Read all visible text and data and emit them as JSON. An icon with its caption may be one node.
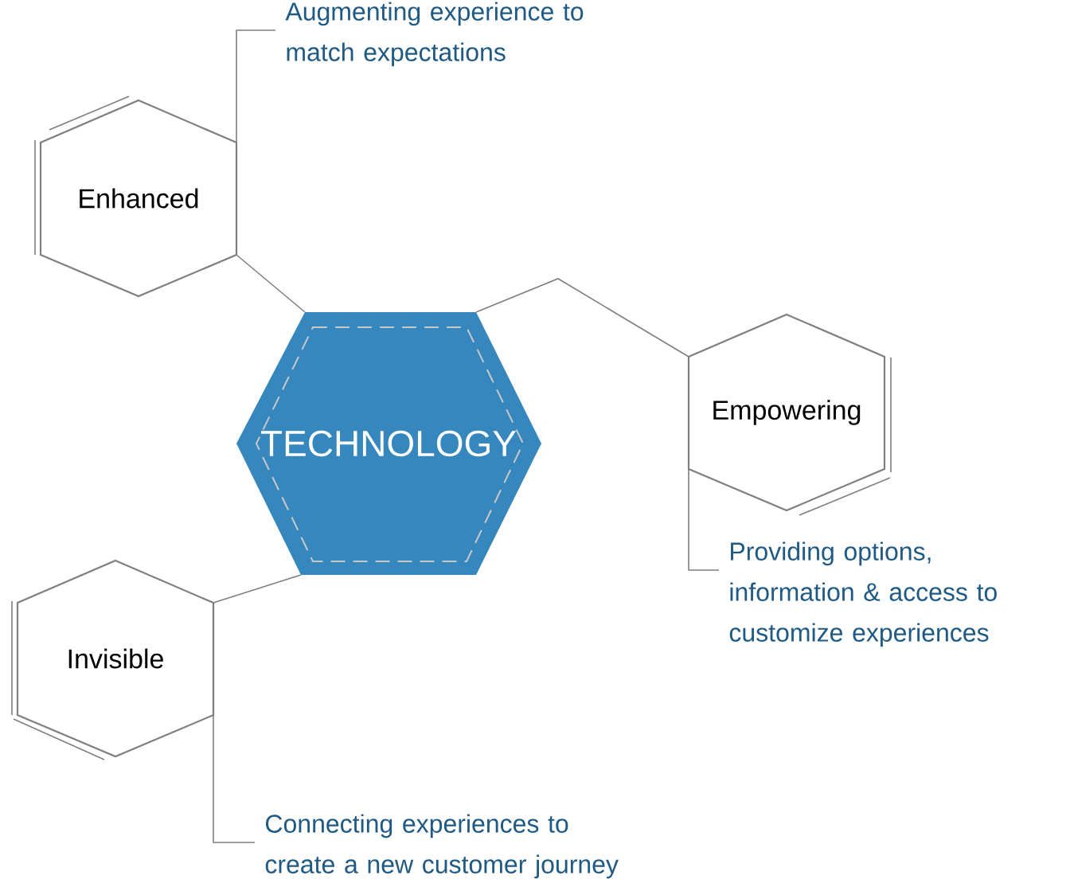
{
  "diagram": {
    "nodes": [
      {
        "text": [
          "TECHNOLOGY"
        ]
      },
      {
        "text": [
          "Enhanced"
        ]
      },
      {
        "text": [
          "Empowering"
        ]
      },
      {
        "text": [
          "Invisible"
        ]
      },
      {
        "text": [
          "Augmenting experience to match expectations"
        ]
      },
      {
        "text": [
          "Providing options, information & access to customize experiences"
        ]
      },
      {
        "text": [
          "Connecting experiences to create a new customer journey"
        ]
      }
    ],
    "edges": [
      {
        "from": 0,
        "to": 1,
        "arrow": "none"
      },
      {
        "from": 0,
        "to": 2,
        "arrow": "none"
      },
      {
        "from": 0,
        "to": 3,
        "arrow": "none"
      },
      {
        "from": 4,
        "to": 1,
        "arrow": "none"
      },
      {
        "from": 5,
        "to": 2,
        "arrow": "none"
      },
      {
        "from": 6,
        "to": 3,
        "arrow": "none"
      }
    ]
  }
}
